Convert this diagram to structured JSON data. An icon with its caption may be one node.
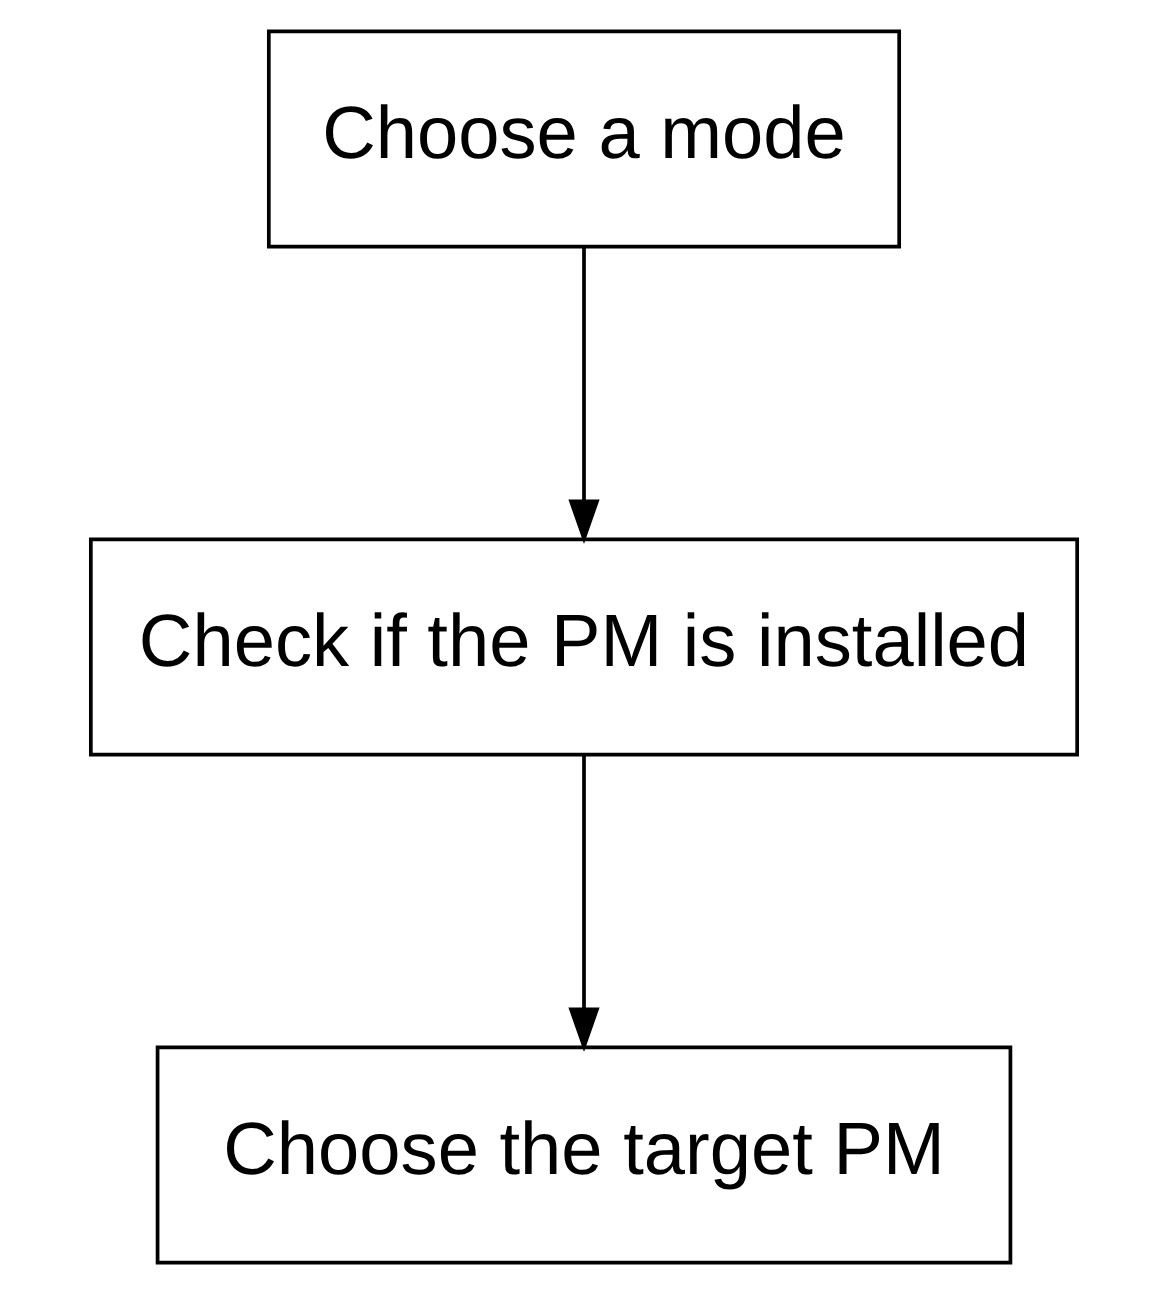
{
  "diagram": {
    "nodes": [
      {
        "text": [
          "Choose a mode"
        ]
      },
      {
        "text": [
          "Check if the PM is installed"
        ]
      },
      {
        "text": [
          "Choose the target PM"
        ]
      }
    ],
    "edges": [
      {
        "from": 0,
        "to": 1,
        "arrow": "to"
      },
      {
        "from": 1,
        "to": 2,
        "arrow": "to"
      }
    ]
  }
}
